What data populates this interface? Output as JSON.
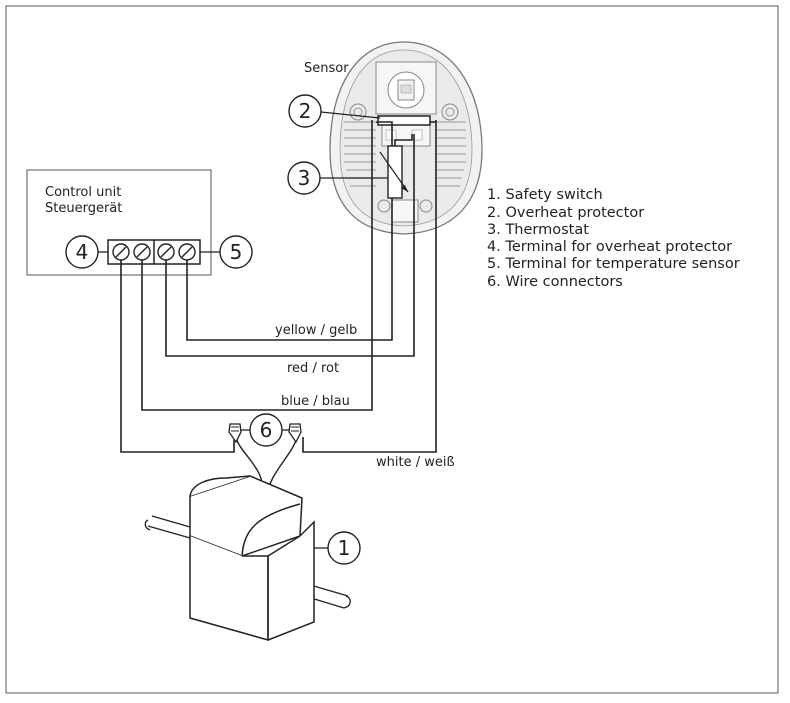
{
  "diagram": {
    "sensor_label": "Sensor",
    "control_unit": {
      "line1": "Control unit",
      "line2": "Steuergerät"
    },
    "callouts": {
      "c1": "1",
      "c2": "2",
      "c3": "3",
      "c4": "4",
      "c5": "5",
      "c6": "6"
    },
    "wires": {
      "yellow": "yellow / gelb",
      "red": "red / rot",
      "blue": "blue / blau",
      "white": "white / weiß"
    },
    "legend": [
      "1. Safety switch",
      "2. Overheat protector",
      "3. Thermostat",
      "4. Terminal for overheat protector",
      "5. Terminal for temperature sensor",
      "6. Wire connectors"
    ]
  }
}
